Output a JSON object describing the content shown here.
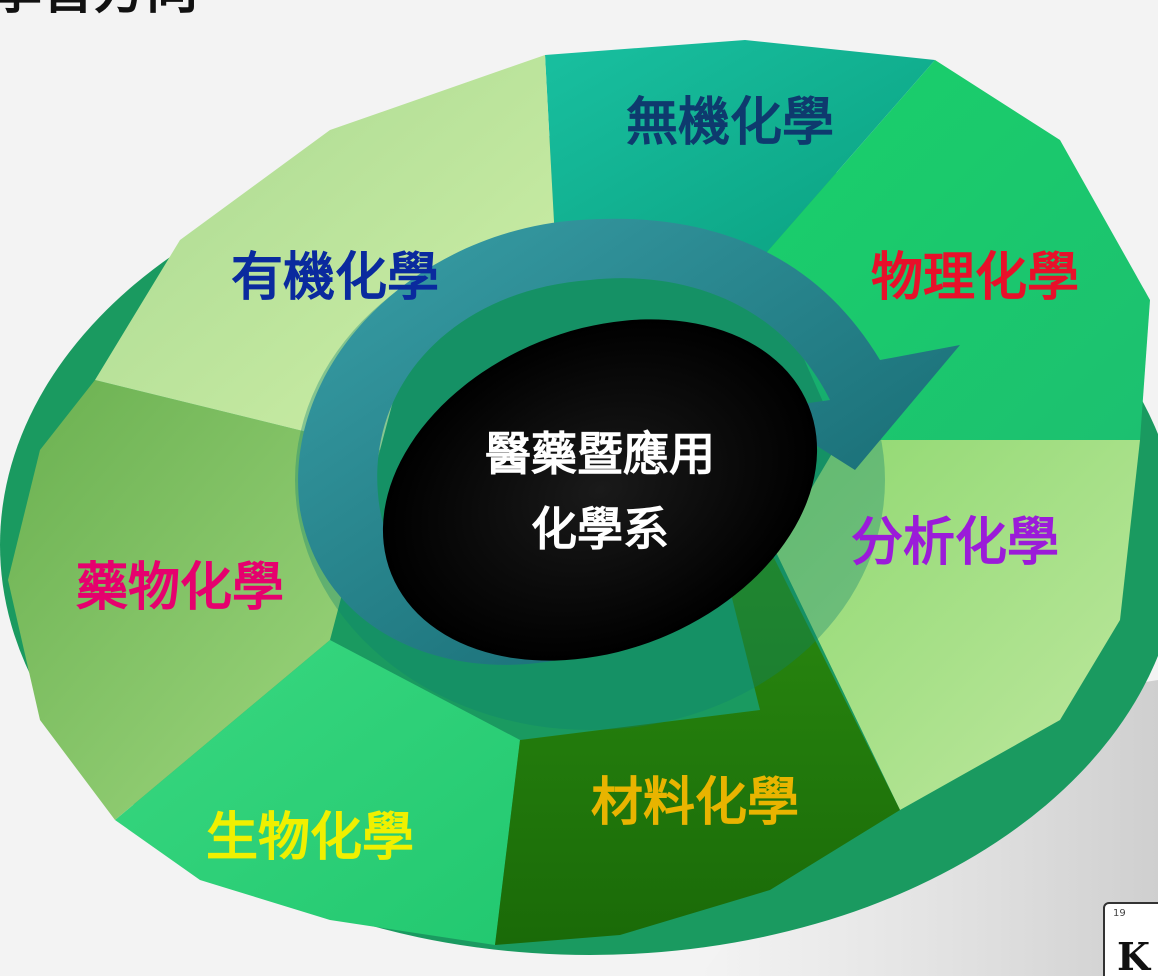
{
  "heading_fragment": "學習方向",
  "center": {
    "line1": "醫藥暨應用",
    "line2": "化學系"
  },
  "segments": [
    {
      "label": "無機化學",
      "color": "#0e3a6e"
    },
    {
      "label": "物理化學",
      "color": "#e8102a"
    },
    {
      "label": "分析化學",
      "color": "#9b1bd9"
    },
    {
      "label": "材料化學",
      "color": "#e8b400"
    },
    {
      "label": "生物化學",
      "color": "#f0f000"
    },
    {
      "label": "藥物化學",
      "color": "#e6006e"
    },
    {
      "label": "有機化學",
      "color": "#0a2a9e"
    }
  ],
  "element_tile": {
    "number": "19",
    "symbol": "K"
  }
}
